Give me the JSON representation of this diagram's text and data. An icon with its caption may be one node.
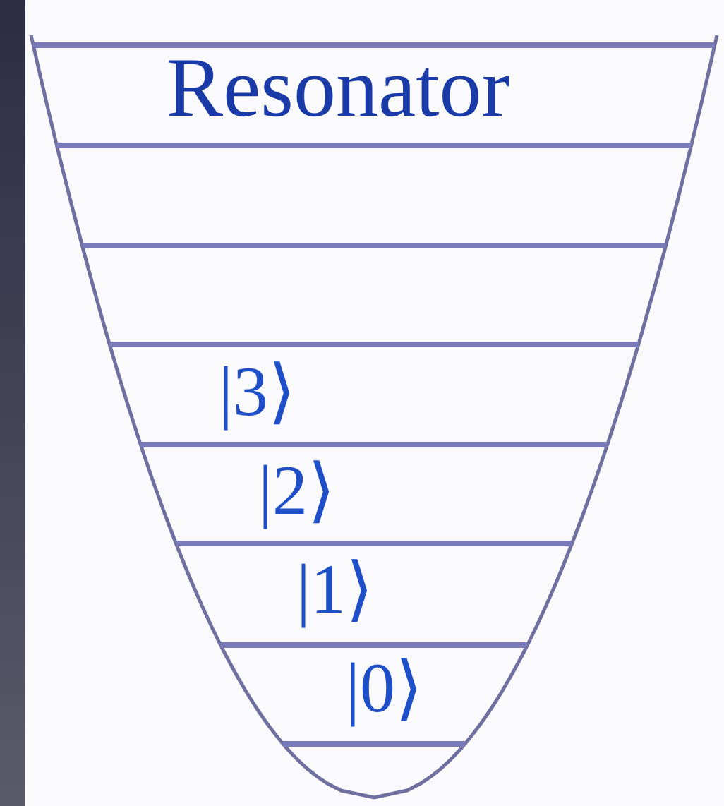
{
  "diagram": {
    "labels": [
      "Resonator",
      "|3⟩",
      "|2⟩",
      "|1⟩",
      "|0⟩"
    ]
  }
}
